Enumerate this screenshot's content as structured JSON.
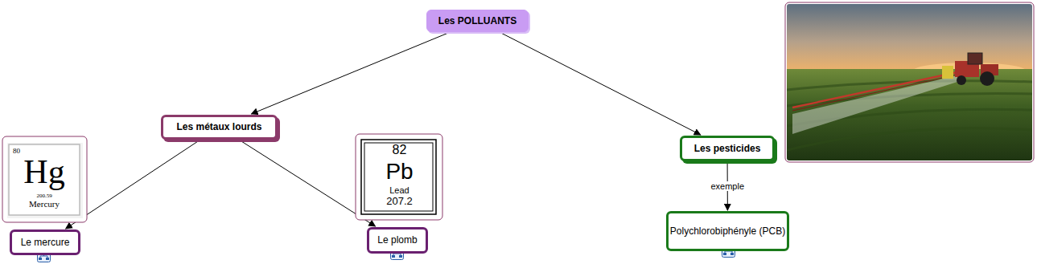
{
  "diagram": {
    "nodes": [
      {
        "text": [
          "Les POLLUANTS"
        ]
      },
      {
        "text": [
          "Les métaux lourds"
        ]
      },
      {
        "text": [
          "Les pesticides"
        ]
      },
      {
        "text": [
          "Le mercure"
        ]
      },
      {
        "text": [
          "Le plomb"
        ]
      },
      {
        "text": [
          "Polychlorobiphényle (PCB)"
        ]
      }
    ],
    "edges": [
      {
        "from": 0,
        "to": 1,
        "arrow": "to"
      },
      {
        "from": 0,
        "to": 2,
        "arrow": "to"
      },
      {
        "from": 1,
        "to": 3,
        "arrow": "to"
      },
      {
        "from": 1,
        "to": 4,
        "arrow": "to"
      },
      {
        "from": 2,
        "to": 5,
        "label": "exemple",
        "arrow": "to"
      }
    ],
    "labels": [
      "80",
      "Hg",
      "200.59",
      "Mercury",
      "82",
      "Pb",
      "Lead",
      "207.2"
    ]
  }
}
